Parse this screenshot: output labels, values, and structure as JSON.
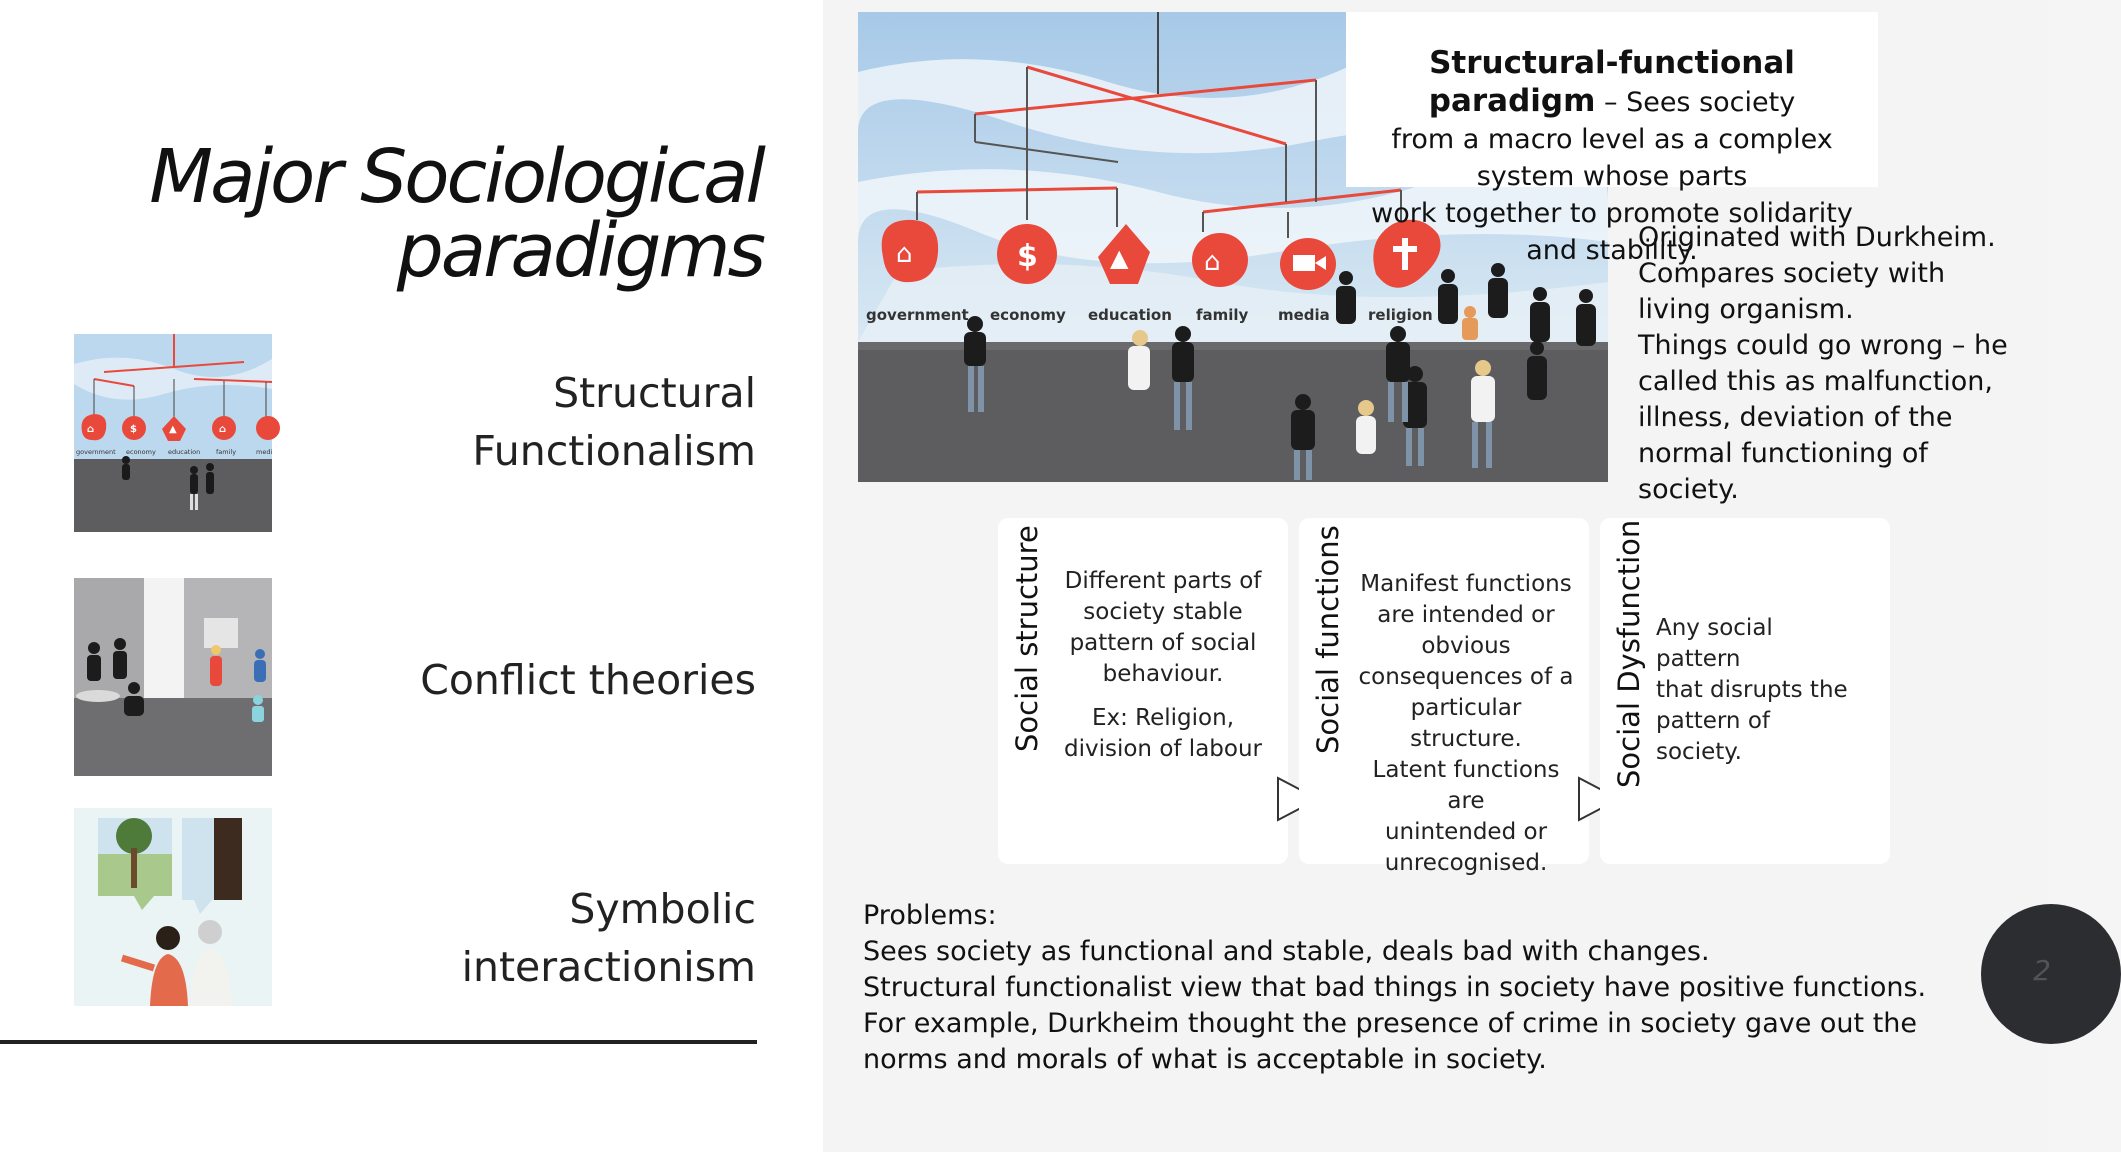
{
  "title": {
    "line1": "Major Sociological",
    "line2": "paradigms"
  },
  "paradigms": [
    {
      "line1": "Structural",
      "line2": "Functionalism"
    },
    {
      "line1": "Conflict theories"
    },
    {
      "line1": "Symbolic",
      "line2": "interactionism"
    }
  ],
  "mobile_labels": [
    "government",
    "economy",
    "education",
    "family",
    "media",
    "religion"
  ],
  "thumb_labels": [
    "government",
    "economy",
    "education",
    "family",
    "medi"
  ],
  "sf_box": {
    "term": "Structural-functional paradigm",
    "line1": " – Sees society",
    "line2": "from a macro level as a complex system whose parts",
    "line3": "work together to promote solidarity and stability."
  },
  "durkheim": [
    "Originated with Durkheim.",
    "Compares society with living organism.",
    "Things could go wrong – he called this as malfunction, illness, deviation of the normal functioning of society."
  ],
  "cards": [
    {
      "title": "Social structure",
      "lines": [
        "Different parts of",
        "society stable",
        "pattern of social",
        "behaviour."
      ],
      "example": [
        "Ex: Religion,",
        "division of labour"
      ]
    },
    {
      "title": "Social functions",
      "lines": [
        "Manifest functions",
        "are intended or",
        "obvious",
        "consequences of a",
        "particular structure.",
        "Latent functions are",
        "unintended or",
        "unrecognised."
      ]
    },
    {
      "title": "Social Dysfunction",
      "lines": [
        "Any social pattern",
        "that disrupts the",
        "pattern of society."
      ]
    }
  ],
  "problems": {
    "heading": "Problems:",
    "lines": [
      "Sees society as functional and stable, deals bad with changes.",
      "Structural functionalist view that bad things in society have positive functions.",
      "For example, Durkheim thought the presence of crime in society gave out the norms and morals of what is acceptable in society."
    ]
  },
  "page_number": "2",
  "colors": {
    "accent_red": "#e8493b",
    "sky_blue": "#b9d6ee",
    "floor_gray": "#5d5d60",
    "dark_circle": "#2b2d31"
  },
  "icons": [
    "bank-icon",
    "dollar-icon",
    "graduation-cap-icon",
    "house-icon",
    "video-camera-icon",
    "cross-icon",
    "play-arrow-icon"
  ]
}
